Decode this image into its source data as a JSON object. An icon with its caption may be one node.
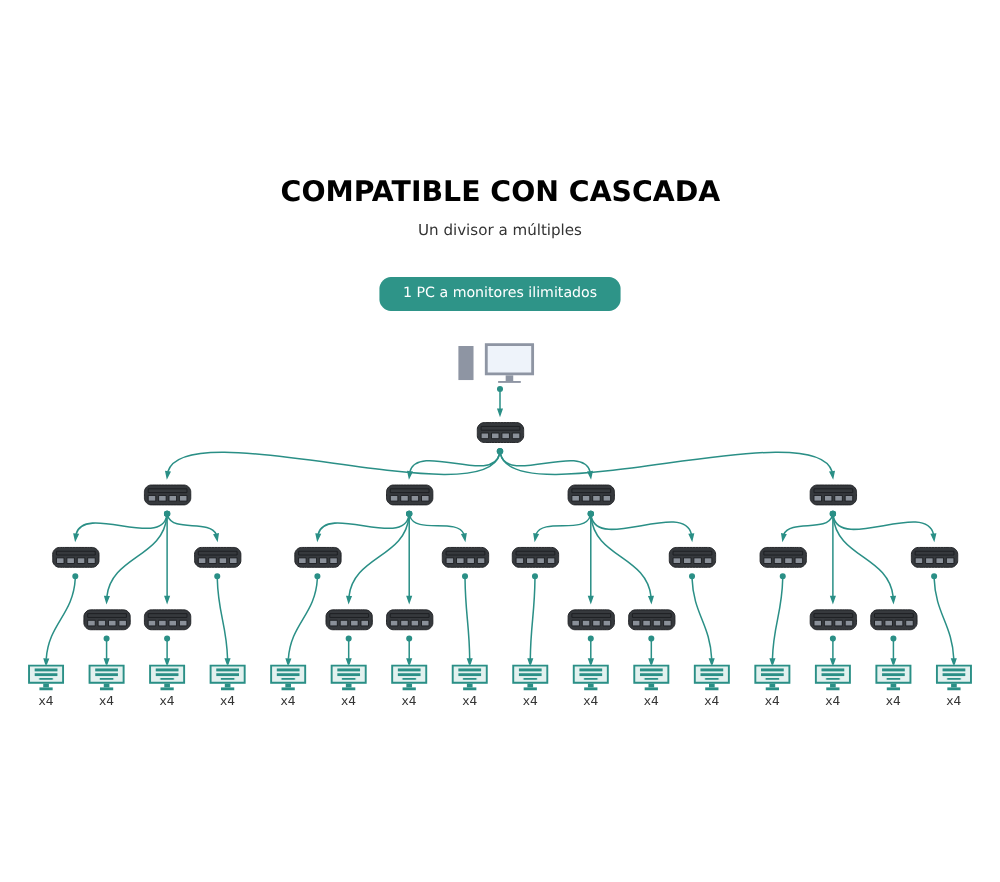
{
  "diagram": {
    "title": "COMPATIBLE CON CASCADA",
    "nodes": [
      {
        "text": [
          "1 PC a monitores ilimitados"
        ]
      },
      {
        "text": [],
        "shape": "picture"
      },
      {
        "text": [],
        "shape": "picture"
      },
      {
        "text": [],
        "shape": "picture"
      },
      {
        "text": [],
        "shape": "picture"
      },
      {
        "text": [],
        "shape": "picture"
      },
      {
        "text": [],
        "shape": "picture"
      },
      {
        "text": [],
        "shape": "picture"
      },
      {
        "text": [],
        "shape": "picture"
      },
      {
        "text": [],
        "shape": "picture"
      },
      {
        "text": [],
        "shape": "picture"
      },
      {
        "text": [],
        "shape": "picture"
      },
      {
        "text": [],
        "shape": "picture"
      },
      {
        "text": [],
        "shape": "picture"
      },
      {
        "text": [],
        "shape": "picture"
      },
      {
        "text": [],
        "shape": "picture"
      },
      {
        "text": [],
        "shape": "picture"
      },
      {
        "text": [],
        "shape": "picture"
      },
      {
        "text": [],
        "shape": "picture"
      },
      {
        "text": [],
        "shape": "picture"
      },
      {
        "text": [],
        "shape": "picture"
      },
      {
        "text": [],
        "shape": "picture"
      },
      {
        "text": [],
        "shape": "picture"
      },
      {
        "text": [],
        "shape": "picture",
        "beside": [
          "x4"
        ]
      },
      {
        "text": [],
        "shape": "picture",
        "beside": [
          "x4"
        ]
      },
      {
        "text": [],
        "shape": "picture",
        "beside": [
          "x4"
        ]
      },
      {
        "text": [],
        "shape": "picture",
        "beside": [
          "x4"
        ]
      },
      {
        "text": [],
        "shape": "picture",
        "beside": [
          "x4"
        ]
      },
      {
        "text": [],
        "shape": "picture",
        "beside": [
          "x4"
        ]
      },
      {
        "text": [],
        "shape": "picture",
        "beside": [
          "x4"
        ]
      },
      {
        "text": [],
        "shape": "picture",
        "beside": [
          "x4"
        ]
      },
      {
        "text": [],
        "shape": "picture",
        "beside": [
          "x4"
        ]
      },
      {
        "text": [],
        "shape": "picture",
        "beside": [
          "x4"
        ]
      },
      {
        "text": [],
        "shape": "picture",
        "beside": [
          "x4"
        ]
      },
      {
        "text": [],
        "shape": "picture",
        "beside": [
          "x4"
        ]
      },
      {
        "text": [],
        "shape": "picture",
        "beside": [
          "x4"
        ]
      },
      {
        "text": [],
        "shape": "picture",
        "beside": [
          "x4"
        ]
      },
      {
        "text": [],
        "shape": "picture",
        "beside": [
          "x4"
        ]
      },
      {
        "text": [],
        "shape": "picture",
        "beside": [
          "x4"
        ]
      }
    ],
    "edges": [
      {
        "from": 1,
        "to": 2,
        "arrow": "to"
      },
      {
        "from": 2,
        "to": 3,
        "arrow": "to"
      },
      {
        "from": 2,
        "to": 4,
        "arrow": "to"
      },
      {
        "from": 2,
        "to": 5,
        "arrow": "to"
      },
      {
        "from": 2,
        "to": 6,
        "arrow": "to"
      },
      {
        "from": 3,
        "to": 7,
        "arrow": "to"
      },
      {
        "from": 3,
        "to": 8,
        "arrow": "to"
      },
      {
        "from": 3,
        "to": 9,
        "arrow": "to"
      },
      {
        "from": 3,
        "to": 10,
        "arrow": "to"
      },
      {
        "from": 4,
        "to": 11,
        "arrow": "to"
      },
      {
        "from": 4,
        "to": 12,
        "arrow": "to"
      },
      {
        "from": 4,
        "to": 13,
        "arrow": "to"
      },
      {
        "from": 4,
        "to": 14,
        "arrow": "to"
      },
      {
        "from": 5,
        "to": 15,
        "arrow": "to"
      },
      {
        "from": 5,
        "to": 16,
        "arrow": "to"
      },
      {
        "from": 5,
        "to": 17,
        "arrow": "to"
      },
      {
        "from": 5,
        "to": 18,
        "arrow": "to"
      },
      {
        "from": 6,
        "to": 19,
        "arrow": "to"
      },
      {
        "from": 6,
        "to": 20,
        "arrow": "to"
      },
      {
        "from": 6,
        "to": 21,
        "arrow": "to"
      },
      {
        "from": 6,
        "to": 22,
        "arrow": "to"
      },
      {
        "from": 7,
        "to": 23,
        "arrow": "to"
      },
      {
        "from": 8,
        "to": 24,
        "arrow": "to"
      },
      {
        "from": 9,
        "to": 25,
        "arrow": "to"
      },
      {
        "from": 10,
        "to": 26,
        "arrow": "to"
      },
      {
        "from": 11,
        "to": 27,
        "arrow": "to"
      },
      {
        "from": 12,
        "to": 28,
        "arrow": "to"
      },
      {
        "from": 13,
        "to": 29,
        "arrow": "to"
      },
      {
        "from": 14,
        "to": 30,
        "arrow": "to"
      },
      {
        "from": 15,
        "to": 31,
        "arrow": "to"
      },
      {
        "from": 16,
        "to": 32,
        "arrow": "to"
      },
      {
        "from": 17,
        "to": 33,
        "arrow": "to"
      },
      {
        "from": 18,
        "to": 34,
        "arrow": "to"
      },
      {
        "from": 19,
        "to": 35,
        "arrow": "to"
      },
      {
        "from": 20,
        "to": 36,
        "arrow": "to"
      },
      {
        "from": 21,
        "to": 37,
        "arrow": "to"
      },
      {
        "from": 22,
        "to": 38,
        "arrow": "to"
      }
    ],
    "labels": [
      "Un divisor a múltiples"
    ]
  }
}
